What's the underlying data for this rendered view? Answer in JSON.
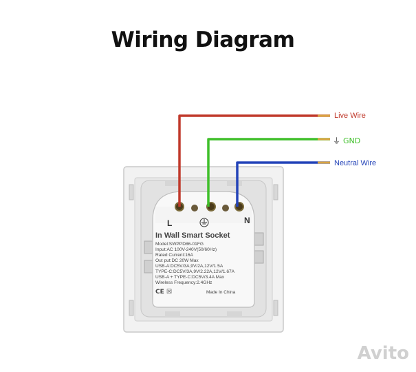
{
  "title": "Wiring Diagram",
  "wires": {
    "live": {
      "label": "Live Wire",
      "color": "#c0392b"
    },
    "gnd": {
      "label": "GND",
      "color": "#3fbf2a"
    },
    "neutral": {
      "label": "Neutral Wire",
      "color": "#2343b8"
    }
  },
  "device": {
    "heading": "In Wall Smart Socket",
    "terminal_live": "L",
    "terminal_neutral": "N",
    "specs": [
      "Model:SWPPD86-01FG",
      "Input:AC 100V-240V(50/60Hz)",
      "Rated Current:16A",
      "Out put:DC 20W Max",
      "USB-A:DC5V/3A,9V/2A,12V/1.5A",
      "TYPE-C:DC5V/3A,9V/2.22A,12V/1.67A",
      "USB-A + TYPE-C:DC5V/3.4A Max",
      "Wireless Frequency:2.4GHz"
    ],
    "made_in": "Made In China",
    "cert_marks": "CE ☒"
  },
  "watermark": "Avito"
}
